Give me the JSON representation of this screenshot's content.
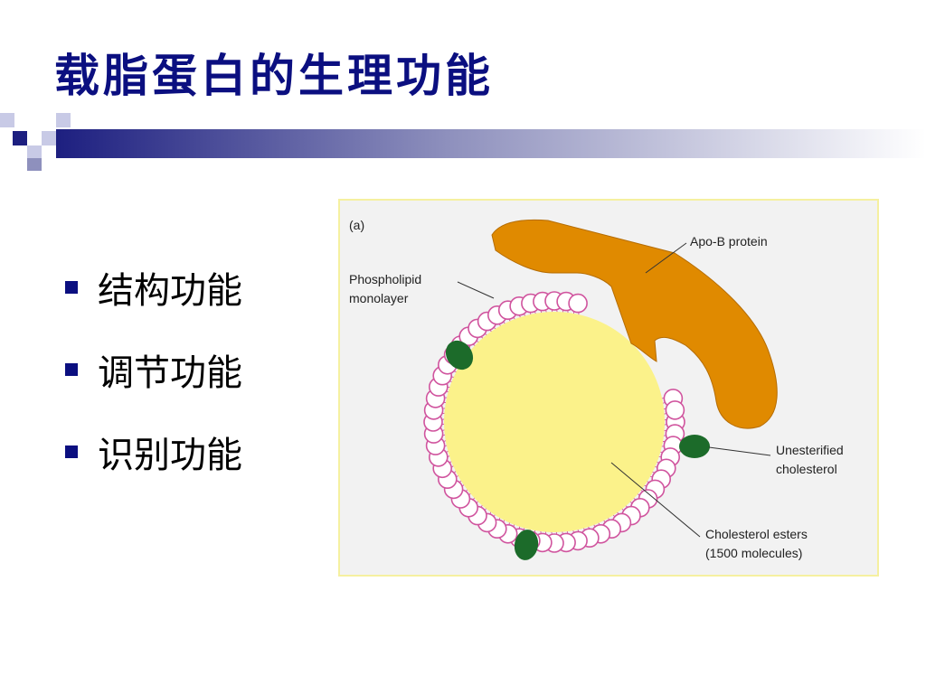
{
  "slide": {
    "title": "载脂蛋白的生理功能",
    "bullets": [
      {
        "label": "结构功能"
      },
      {
        "label": "调节功能"
      },
      {
        "label": "识别功能"
      }
    ]
  },
  "figure": {
    "panel_label": "(a)",
    "labels": {
      "apo_b": "Apo-B protein",
      "phospholipid_line1": "Phospholipid",
      "phospholipid_line2": "monolayer",
      "cholesterol_line1": "Unesterified",
      "cholesterol_line2": "cholesterol",
      "esters_line1": "Cholesterol esters",
      "esters_line2": "(1500 molecules)"
    }
  },
  "colors": {
    "title": "#0b0f80",
    "core": "#fbf28a",
    "head_border": "#d0549e",
    "protein": "#e08a00",
    "cholesterol": "#1c6b2a",
    "figure_bg": "#f2f2f2"
  }
}
